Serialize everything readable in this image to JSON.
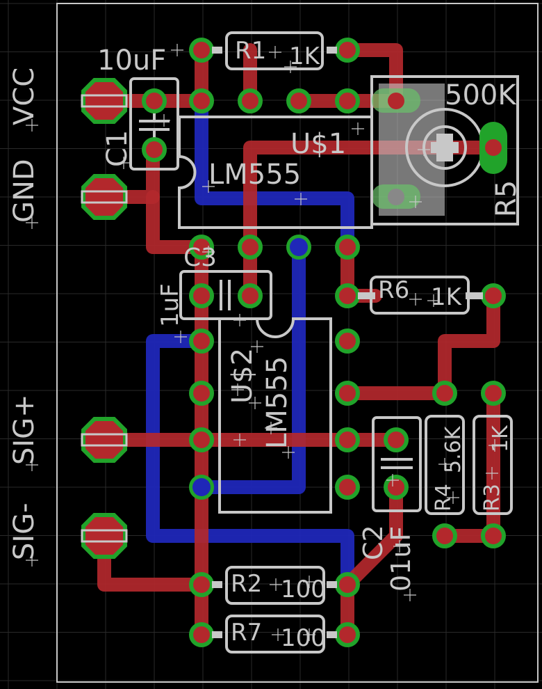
{
  "colors": {
    "background": "#000000",
    "top_copper": "#b3282c",
    "bottom_copper": "#1f27b8",
    "pad_ring": "#21a32a",
    "silkscreen": "#c8c8c8",
    "grid": "#2a2a2a"
  },
  "edge_labels": {
    "gnd": "GND",
    "vcc": "VCC",
    "sig_minus": "SIG-",
    "sig_plus": "SIG+"
  },
  "components": {
    "r1": {
      "name": "R1",
      "value": "1K"
    },
    "c1": {
      "name": "C1",
      "value": "10uF"
    },
    "u1": {
      "name": "U$1",
      "value": "LM555"
    },
    "r5": {
      "name": "R5",
      "value": "500K"
    },
    "c3": {
      "name": "C3",
      "value": "1uF"
    },
    "r6": {
      "name": "R6",
      "value": "1K"
    },
    "u2": {
      "name": "U$2",
      "value": "LM555"
    },
    "r4": {
      "name": "R4",
      "value": "5.6K"
    },
    "r3": {
      "name": "R3",
      "value": "1K"
    },
    "c2": {
      "name": "C2",
      "value": "01uF"
    },
    "r2": {
      "name": "R2",
      "value": "100"
    },
    "r7": {
      "name": "R7",
      "value": "100"
    }
  }
}
